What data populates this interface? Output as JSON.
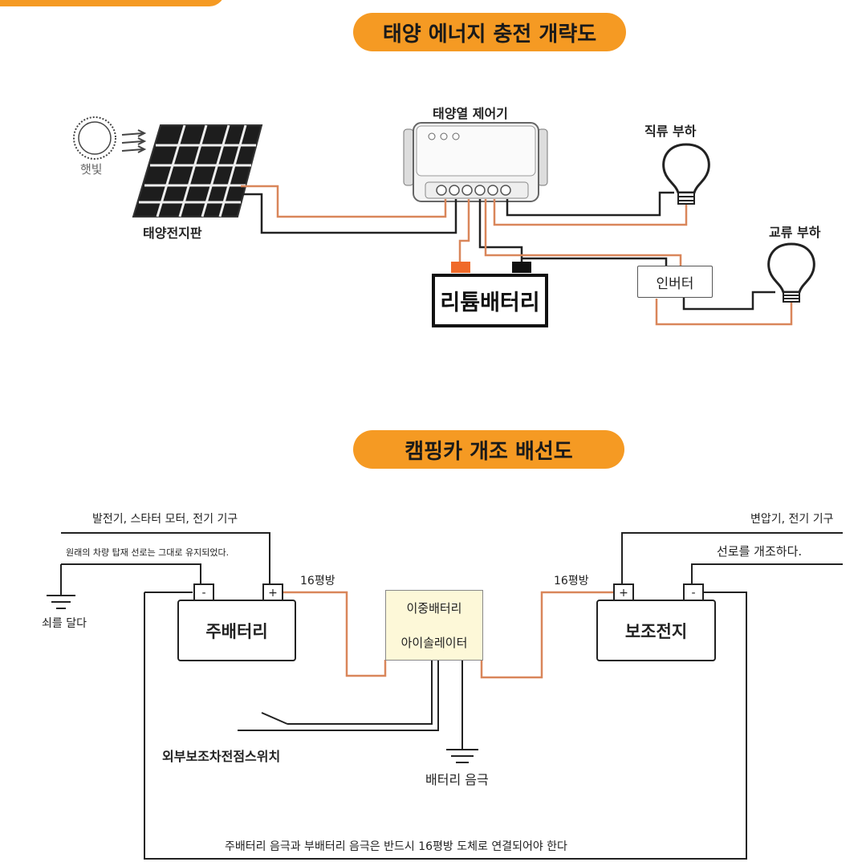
{
  "top_pill_fragment": "",
  "section1": {
    "title": "태양 에너지 충전 개략도",
    "sunlight": "햇빛",
    "solar_panel": "태양전지판",
    "controller": "태양열 제어기",
    "dc_load": "직류 부하",
    "ac_load": "교류 부하",
    "battery": "리튬배터리",
    "inverter": "인버터"
  },
  "section2": {
    "title": "캠핑카 개조 배선도",
    "main_note": "발전기, 스타터 모터, 전기 기구",
    "main_subnote": "원래의 차량 탑재 선로는 그대로 유지되었다.",
    "ground_label": "쇠를 달다",
    "main_battery": "주배터리",
    "aux_battery": "보조전지",
    "isolator_line1": "이중배터리",
    "isolator_line2": "아이솔레이터",
    "wire_left": "16평방",
    "wire_right": "16평방",
    "aux_note1": "변압기, 전기 기구",
    "aux_note2": "선로를 개조하다.",
    "switch_label": "외부보조차전점스위치",
    "battery_negative": "배터리 음극",
    "footer": "주배터리 음극과 부배터리 음극은 반드시 16평방 도체로 연결되어야 한다",
    "minus": "-",
    "plus": "+"
  },
  "colors": {
    "accent": "#f59a23",
    "wire_orange": "#d9865a",
    "wire_black": "#222222",
    "isolator_fill": "#fdf8d8"
  }
}
